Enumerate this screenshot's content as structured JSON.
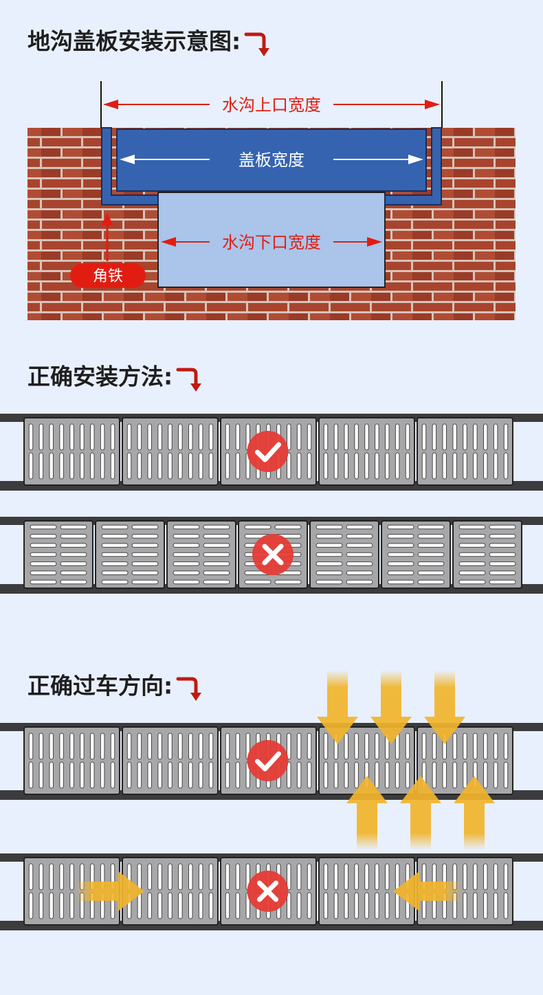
{
  "headings": {
    "diagram": "地沟盖板安装示意图:",
    "install": "正确安装方法:",
    "traffic": "正确过车方向:"
  },
  "diagram": {
    "top_width_label": "水沟上口宽度",
    "cover_width_label": "盖板宽度",
    "bottom_width_label": "水沟下口宽度",
    "angle_iron_label": "角铁"
  },
  "colors": {
    "background": "#e8f0fd",
    "brick": "#a4412c",
    "mortar": "#d9c9c0",
    "cover_plate": "#3563b0",
    "channel": "#aac4ea",
    "grate": "#a7a7a9",
    "rail": "#3c3c3e",
    "mark_bg": "#e63b35",
    "label_red": "#e11d12",
    "arrow_orange": "#f1b52c"
  },
  "rows": [
    {
      "id": "install-correct",
      "slot_orientation": "vertical",
      "grate_count": 5,
      "mark": "check"
    },
    {
      "id": "install-wrong",
      "slot_orientation": "horizontal",
      "grate_count": 7,
      "mark": "cross"
    },
    {
      "id": "traffic-correct",
      "slot_orientation": "vertical",
      "grate_count": 5,
      "mark": "check",
      "arrows": "across-slots"
    },
    {
      "id": "traffic-wrong",
      "slot_orientation": "vertical",
      "grate_count": 5,
      "mark": "cross",
      "arrows": "along-row"
    }
  ]
}
